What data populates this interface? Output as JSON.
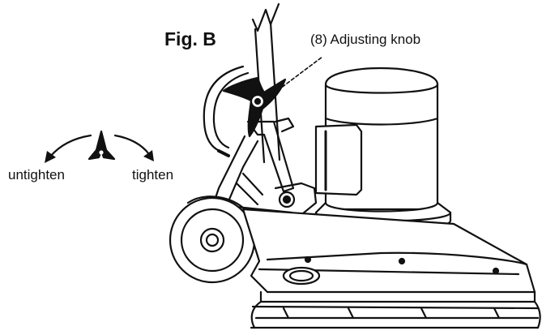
{
  "figure": {
    "title": "Fig. B",
    "callout": "(8) Adjusting knob",
    "direction_left": "untighten",
    "direction_right": "tighten"
  },
  "colors": {
    "line": "#111111",
    "background": "#ffffff"
  },
  "icons": [
    "knob-icon",
    "arrow-left-icon",
    "arrow-right-icon"
  ]
}
